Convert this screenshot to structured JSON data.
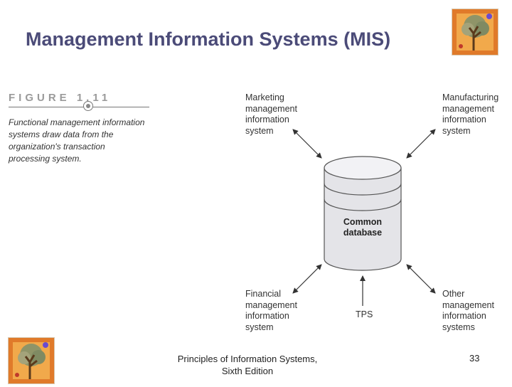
{
  "slide": {
    "title": "Management Information Systems (MIS)",
    "footer": "Principles of Information Systems,\nSixth Edition",
    "page_number": "33"
  },
  "figure": {
    "label": "FIGURE 1.11",
    "caption": "Functional management information systems draw data from the organization's transaction processing system."
  },
  "diagram": {
    "database": "Common\ndatabase",
    "nodes": {
      "marketing": "Marketing\nmanagement\ninformation\nsystem",
      "manufacturing": "Manufacturing\nmanagement\ninformation\nsystem",
      "financial": "Financial\nmanagement\ninformation\nsystem",
      "other": "Other\nmanagement\ninformation\nsystems",
      "tps": "TPS"
    }
  },
  "colors": {
    "title": "#4b4b78",
    "database_fill": "#e4e4e8",
    "arrow": "#333333"
  },
  "icons": {
    "logo": "tree-logo-icon"
  }
}
